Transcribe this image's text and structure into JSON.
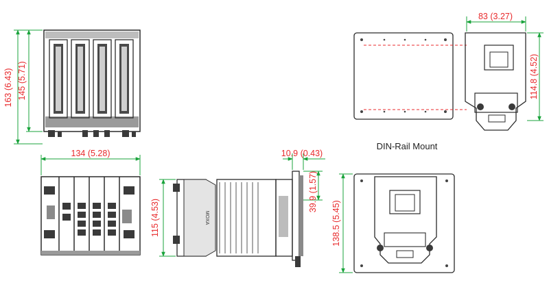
{
  "colors": {
    "dimension_text": "#e8292b",
    "dimension_line": "#19a33b",
    "outline": "#2a2a2a"
  },
  "labels": {
    "height_total": "163 (6.43)",
    "height_body": "145 (5.71)",
    "width": "134 (5.28)",
    "depth": "115 (4.53)",
    "flange": "10.9 (0.43)",
    "offset": "39.9 (1.57)",
    "din_width": "83 (3.27)",
    "din_height": "114.8 (4.52)",
    "panel_height": "138.5 (5.45)",
    "din_caption": "DIN-Rail Mount"
  }
}
